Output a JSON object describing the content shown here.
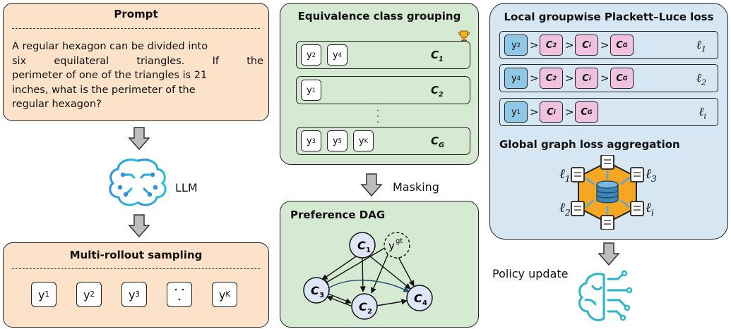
{
  "prompt": {
    "title": "Prompt",
    "lines": [
      "A regular hexagon can be divided into",
      "six equilateral triangles. If the",
      "perimeter of one of the triangles is 21",
      "inches, what is the perimeter of the",
      "regular hexagon?"
    ]
  },
  "llm_label": "LLM",
  "sampling": {
    "title": "Multi-rollout sampling",
    "rollouts": [
      {
        "base": "y",
        "sup": "1"
      },
      {
        "base": "y",
        "sup": "2"
      },
      {
        "base": "y",
        "sup": "3"
      },
      {
        "base": "",
        "sup": ""
      },
      {
        "base": "y",
        "sup": "K"
      }
    ]
  },
  "grouping": {
    "title": "Equivalence class grouping",
    "classes": [
      {
        "members": [
          {
            "base": "y",
            "sup": "2"
          },
          {
            "base": "y",
            "sup": "4"
          }
        ],
        "label": "C",
        "sub": "1"
      },
      {
        "members": [
          {
            "base": "y",
            "sup": "1"
          }
        ],
        "label": "C",
        "sub": "2"
      },
      {
        "members": [
          {
            "base": "y",
            "sup": "3"
          },
          {
            "base": "y",
            "sup": "5"
          },
          {
            "base": "y",
            "sup": "K"
          }
        ],
        "label": "C",
        "sub": "G"
      }
    ],
    "trophy_icon": "trophy-icon"
  },
  "masking_label": "Masking",
  "dag": {
    "title": "Preference DAG",
    "nodes": [
      {
        "id": "c1",
        "base": "C",
        "sub": "1"
      },
      {
        "id": "ygt",
        "base": "y",
        "sup": "gt"
      },
      {
        "id": "c3",
        "base": "C",
        "sub": "3"
      },
      {
        "id": "c2",
        "base": "C",
        "sub": "2"
      },
      {
        "id": "c4",
        "base": "C",
        "sub": "4"
      }
    ]
  },
  "loss": {
    "title": "Local groupwise Plackett–Luce loss",
    "rows": [
      {
        "y_sup": "2",
        "chain": [
          "2",
          "i",
          "G"
        ],
        "loss_sub": "1"
      },
      {
        "y_sup": "4",
        "chain": [
          "2",
          "i",
          "G"
        ],
        "loss_sub": "2"
      },
      {
        "y_sup": "1",
        "chain": [
          "i",
          "G"
        ],
        "loss_sub": "i"
      }
    ],
    "global_title": "Global graph loss aggregation",
    "global_losses": [
      "1",
      "3",
      "2",
      "i"
    ]
  },
  "policy_update_label": "Policy update",
  "colors": {
    "orange": "#fbe2c8",
    "green": "#d6ead3",
    "blue": "#d6e6f3",
    "y_chip": "#8fc7e6",
    "c_chip": "#f0c2e0"
  }
}
